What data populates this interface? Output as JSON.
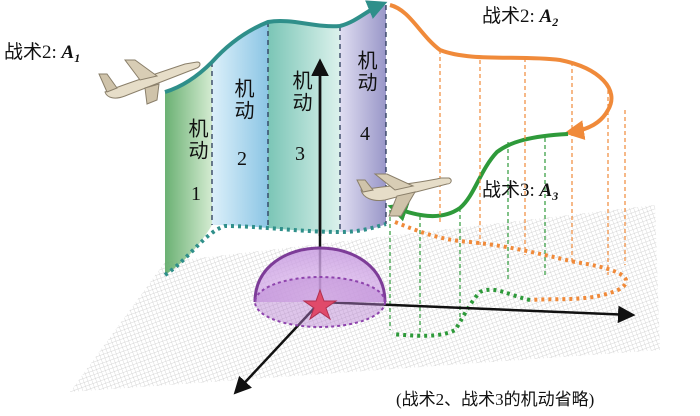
{
  "tactics": {
    "t2a": {
      "prefix": "战术2: ",
      "var": "A",
      "sub": "1"
    },
    "t2b": {
      "prefix": "战术2: ",
      "var": "A",
      "sub": "2"
    },
    "t3": {
      "prefix": "战术3: ",
      "var": "A",
      "sub": "3"
    }
  },
  "maneuvers": [
    {
      "name": "机动",
      "num": "1",
      "color": "#7fc17a"
    },
    {
      "name": "机动",
      "num": "2",
      "color": "#8fc8e8"
    },
    {
      "name": "机动",
      "num": "3",
      "color": "#82c8b8"
    },
    {
      "name": "机动",
      "num": "4",
      "color": "#a9a6cf"
    }
  ],
  "caption": "(战术2、战术3的机动省略)",
  "colors": {
    "teal_path": "#2f8f8a",
    "orange_path": "#f08a3a",
    "green_path": "#2e9a3a",
    "dome": "#9b59b6",
    "star": "#e04a6a"
  }
}
